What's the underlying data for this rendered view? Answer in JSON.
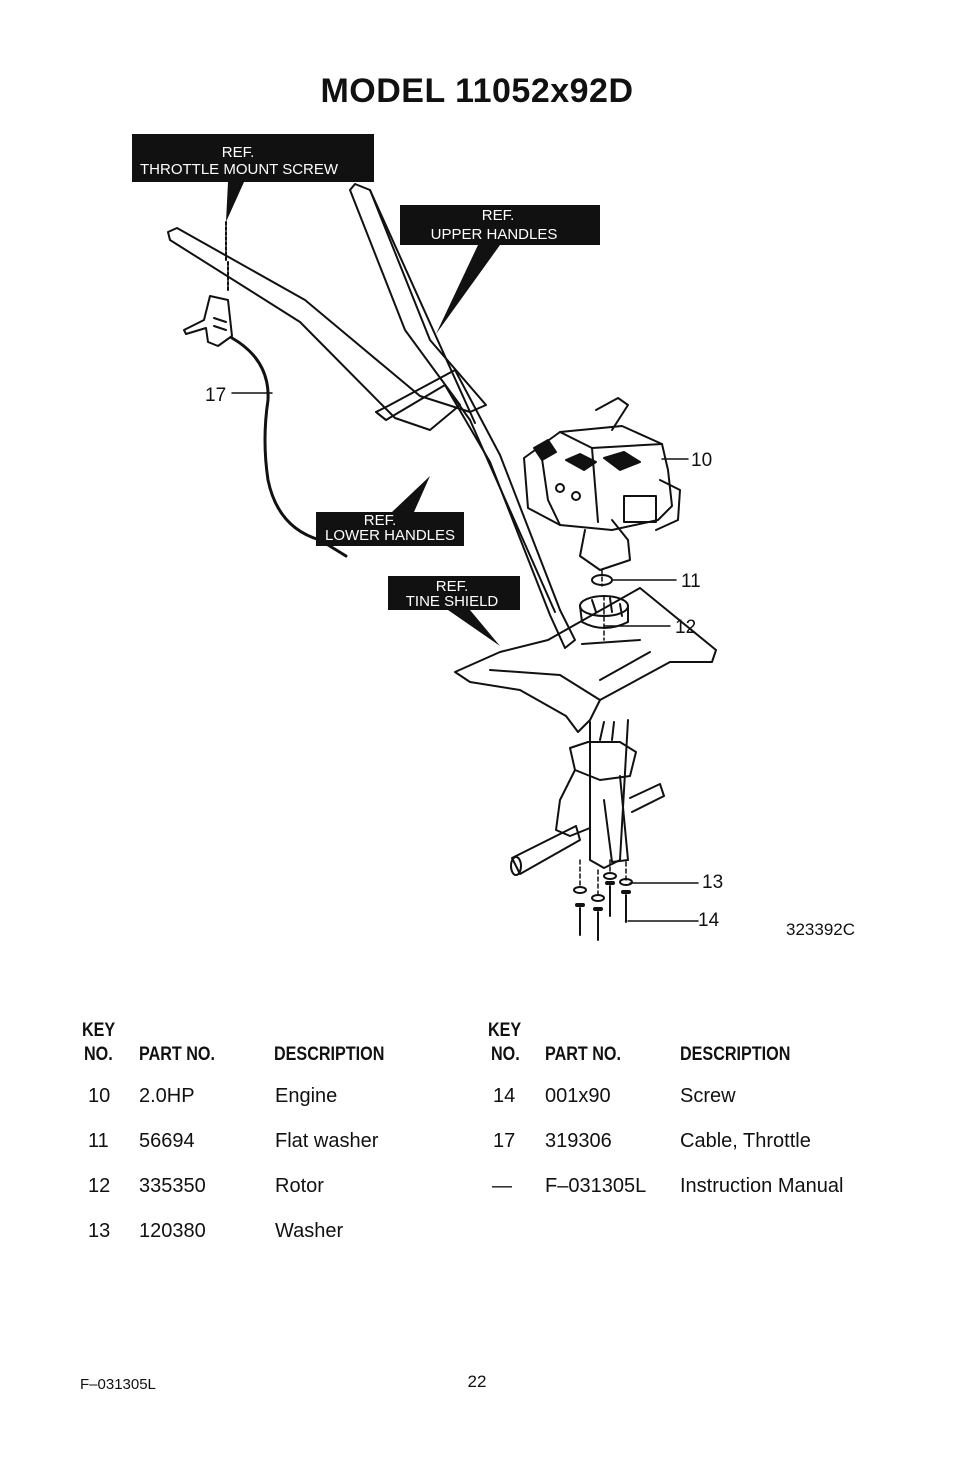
{
  "title": "MODEL 11052x92D",
  "diagram": {
    "ref_labels": {
      "throttle_mount_screw": [
        "REF.",
        "THROTTLE  MOUNT SCREW"
      ],
      "upper_handles": [
        "REF.",
        "UPPER HANDLES"
      ],
      "lower_handles": [
        "REF.",
        "LOWER HANDLES"
      ],
      "tine_shield": [
        "REF.",
        "TINE SHIELD"
      ]
    },
    "callouts": [
      "10",
      "11",
      "12",
      "13",
      "14",
      "17"
    ],
    "drawing_number": "323392C"
  },
  "parts_table": {
    "left": {
      "headers": {
        "key": "KEY",
        "no": "NO.",
        "part": "PART NO.",
        "desc": "DESCRIPTION"
      },
      "rows": [
        {
          "key": "10",
          "part": "2.0HP",
          "desc": "Engine"
        },
        {
          "key": "11",
          "part": "56694",
          "desc": "Flat washer"
        },
        {
          "key": "12",
          "part": "335350",
          "desc": "Rotor"
        },
        {
          "key": "13",
          "part": "120380",
          "desc": "Washer"
        }
      ]
    },
    "right": {
      "headers": {
        "key": "KEY",
        "no": "NO.",
        "part": "PART NO.",
        "desc": "DESCRIPTION"
      },
      "rows": [
        {
          "key": "14",
          "part": "001x90",
          "desc": "Screw"
        },
        {
          "key": "17",
          "part": "319306",
          "desc": "Cable, Throttle"
        },
        {
          "key": "—",
          "part": "F–031305L",
          "desc": "Instruction Manual"
        }
      ]
    }
  },
  "footer": {
    "doc_number": "F–031305L",
    "page_number": "22"
  }
}
